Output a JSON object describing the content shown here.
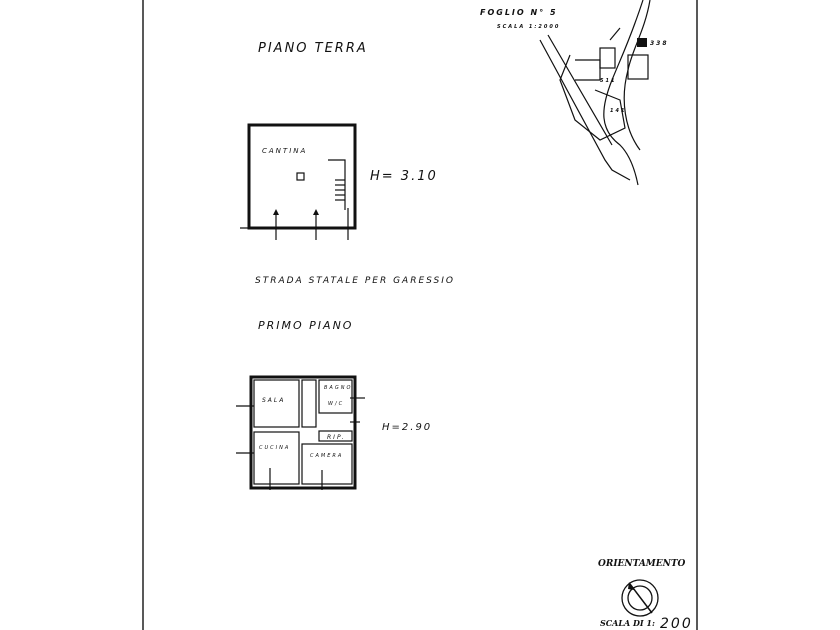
{
  "ground_floor": {
    "title": "PIANO TERRA",
    "room": "CANTINA",
    "height": "H= 3.10"
  },
  "road_label": "STRADA STATALE PER GARESSIO",
  "first_floor": {
    "title": "PRIMO PIANO",
    "rooms": {
      "sala": "SALA",
      "bagno": "BAGNO",
      "wc": "W/C",
      "rip": "RIP.",
      "cucina": "CUCINA",
      "camera": "CAMERA"
    },
    "height": "H=2.90"
  },
  "site_map": {
    "sheet": "FOGLIO N° 5",
    "scale": "SCALA 1:2000",
    "parcels": [
      "338",
      "511",
      "141"
    ]
  },
  "legend": {
    "orientation_label": "ORIENTAMENTO",
    "scale_label": "SCALA DI 1:",
    "scale_value": "200"
  }
}
